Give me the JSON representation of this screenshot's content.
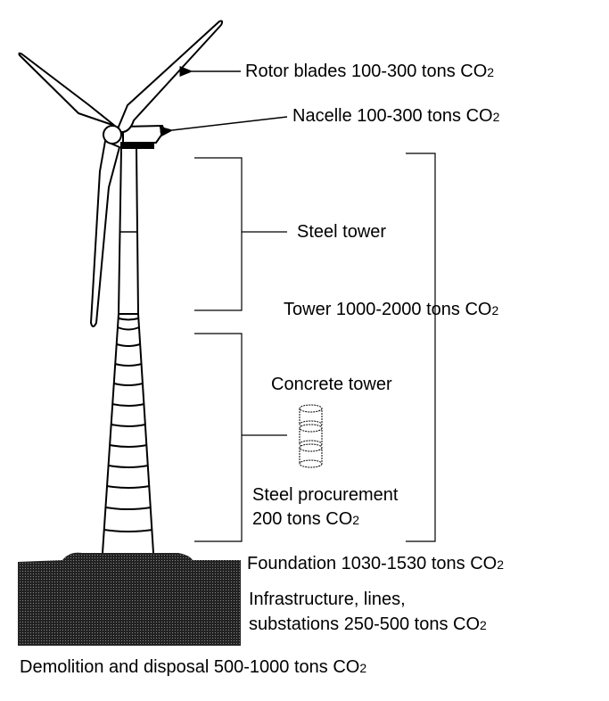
{
  "labels": {
    "rotor": {
      "text": "Rotor blades 100-300 tons CO",
      "sub": "2"
    },
    "nacelle": {
      "text": "Nacelle 100-300 tons CO",
      "sub": "2"
    },
    "steel_tower": {
      "text": "Steel tower"
    },
    "tower": {
      "text": "Tower 1000-2000 tons CO",
      "sub": "2"
    },
    "concrete_tower": {
      "text": "Concrete tower"
    },
    "steel_procurement_1": {
      "text": "Steel procurement"
    },
    "steel_procurement_2": {
      "text": "200 tons CO",
      "sub": "2"
    },
    "foundation": {
      "text": "Foundation 1030-1530 tons CO",
      "sub": "2"
    },
    "infrastructure_1": {
      "text": "Infrastructure, lines,"
    },
    "infrastructure_2": {
      "text": "substations 250-500 tons CO",
      "sub": "2"
    },
    "demolition": {
      "text": "Demolition and disposal 500-1000 tons CO",
      "sub": "2"
    }
  }
}
